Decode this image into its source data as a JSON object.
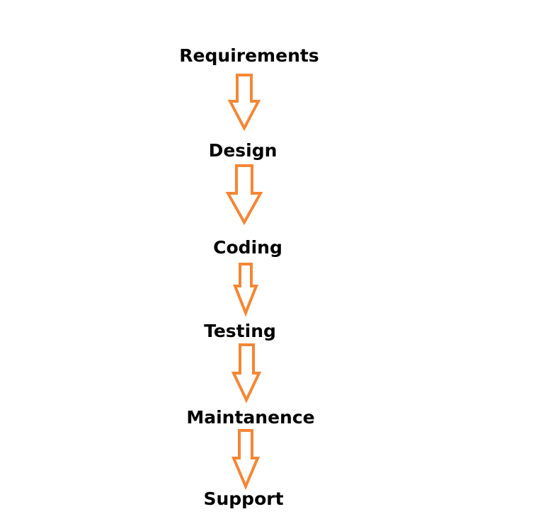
{
  "diagram": {
    "steps": [
      {
        "label": "Requirements"
      },
      {
        "label": "Design"
      },
      {
        "label": "Coding"
      },
      {
        "label": "Testing"
      },
      {
        "label": "Maintanence"
      },
      {
        "label": "Support"
      }
    ],
    "arrow_color": "#f58634",
    "arrow_direction": "down"
  }
}
